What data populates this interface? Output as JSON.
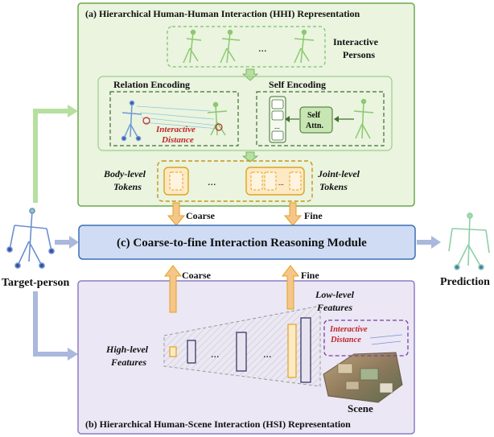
{
  "hhi": {
    "title": "(a)  Hierarchical Human-Human Interaction (HHI) Representation",
    "interactive_persons": [
      "Interactive",
      "Persons"
    ],
    "ellipsis": "...",
    "relation_encoding": "Relation Encoding",
    "interactive_distance": [
      "Interactive",
      "Distance"
    ],
    "self_encoding": "Self Encoding",
    "self_attn": [
      "Self",
      "Attn."
    ],
    "body_level_tokens": [
      "Body-level",
      "Tokens"
    ],
    "joint_level_tokens": [
      "Joint-level",
      "Tokens"
    ],
    "tokens_ellipsis": "...",
    "coarse": "Coarse",
    "fine": "Fine"
  },
  "module": {
    "label": "(c)  Coarse-to-fine Interaction Reasoning Module"
  },
  "target_person": "Target-person",
  "prediction": "Prediction",
  "hsi": {
    "title": "(b)  Hierarchical Human-Scene Interaction (HSI) Representation",
    "coarse": "Coarse",
    "fine": "Fine",
    "low_level_features": [
      "Low-level",
      "Features"
    ],
    "high_level_features": [
      "High-level",
      "Features"
    ],
    "ellipsis": "...",
    "interactive_distance": [
      "Interactive",
      "Distance"
    ],
    "scene": "Scene"
  },
  "colors": {
    "hhi_bg": "#eaf4df",
    "hhi_border": "#6aa84f",
    "hsi_bg": "#ebe7f5",
    "hsi_border": "#8e7cc3",
    "module_bg": "#cfdcf3",
    "module_border": "#3c6fb5",
    "token_fill": "#fde9c4",
    "token_border": "#e0a31e",
    "arrow_orange": "#f6c58a",
    "arrow_green": "#b7dfa0",
    "arrow_blue": "#a9b8dc",
    "red_text": "#c0272d"
  }
}
